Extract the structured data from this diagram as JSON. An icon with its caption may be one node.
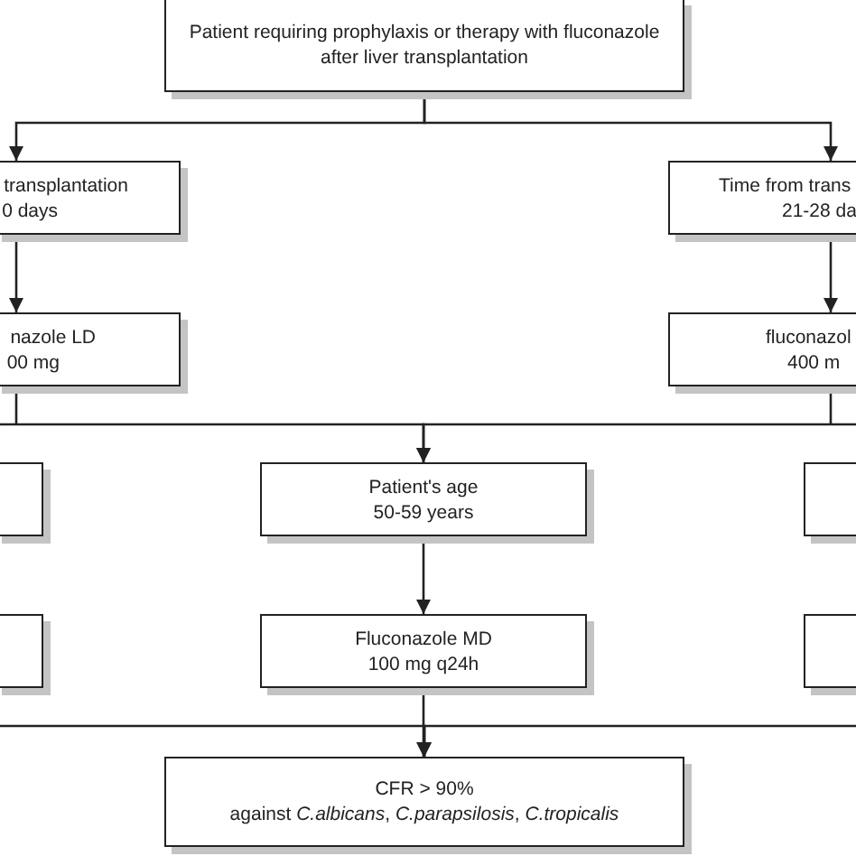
{
  "diagram": {
    "nodes": [
      {
        "text": [
          "Patient requiring prophylaxis or therapy with fluconazole after liver transplantation"
        ]
      },
      {
        "text": [
          "transplantation",
          "0 days"
        ]
      },
      {
        "text": [
          "Time from trans",
          "21-28 da"
        ]
      },
      {
        "text": [
          "nazole LD",
          "00 mg"
        ]
      },
      {
        "text": [
          "fluconazol",
          "400 m"
        ]
      },
      {
        "text": [],
        "shape": "box"
      },
      {
        "text": [
          "Patient's age",
          "50-59 years"
        ]
      },
      {
        "text": [],
        "shape": "box"
      },
      {
        "text": [],
        "shape": "box"
      },
      {
        "text": [
          "Fluconazole MD",
          "100 mg q24h"
        ]
      },
      {
        "text": [],
        "shape": "box"
      },
      {
        "text": [
          "CFR > 90%",
          "against *C.albicans*, *C.parapsilosis*, *C.tropicalis*"
        ]
      }
    ],
    "edges": [
      {
        "from": 0,
        "to": 1,
        "arrow": "to"
      },
      {
        "from": 0,
        "to": 2,
        "arrow": "to"
      },
      {
        "from": 1,
        "to": 3,
        "arrow": "to"
      },
      {
        "from": 2,
        "to": 4,
        "arrow": "to"
      },
      {
        "from": 3,
        "to": 6,
        "arrow": "to"
      },
      {
        "from": 4,
        "to": 6,
        "arrow": "to"
      },
      {
        "from": 6,
        "to": 9,
        "arrow": "to"
      },
      {
        "from": 9,
        "to": 11,
        "arrow": "to"
      },
      {
        "from": null,
        "to": 11,
        "arrow": "to"
      },
      {
        "from": null,
        "to": 11,
        "arrow": "to"
      }
    ]
  }
}
